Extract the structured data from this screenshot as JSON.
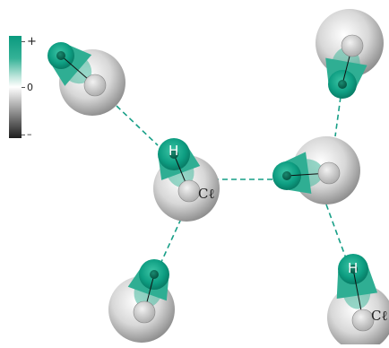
{
  "legend": {
    "max_label": "+",
    "zero_label": "0",
    "min_label": "–",
    "colors": {
      "positive": "#0a9a7e",
      "neutral": "#ffffff",
      "negative": "#1e1e1e"
    }
  },
  "atom_labels": {
    "hydrogen": "H",
    "chlorine": "Cℓ"
  },
  "colors": {
    "hbond_line": "#179f87",
    "bond_line": "#111111"
  }
}
